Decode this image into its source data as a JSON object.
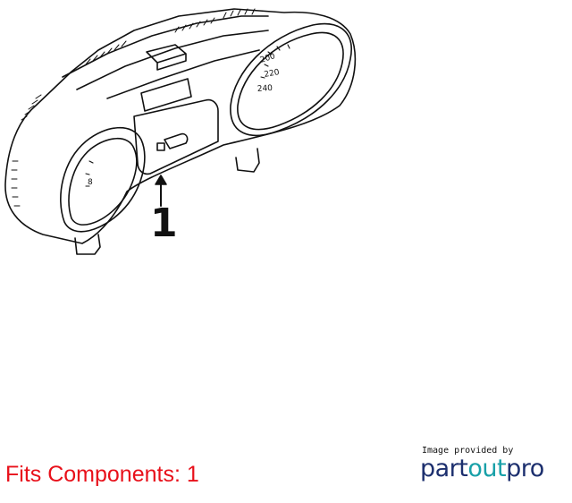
{
  "diagram": {
    "callout_number": "1",
    "gauge_labels": [
      "200",
      "220",
      "240",
      "8"
    ]
  },
  "caption": {
    "text": "Fits Components: 1",
    "color": "#e8101a"
  },
  "brand": {
    "tagline": "Image provided by",
    "logo_part": "part",
    "logo_out": "out",
    "logo_pro": "pro",
    "colors": {
      "part": "#1c2f6e",
      "out": "#18a0a8",
      "pro": "#1c2f6e"
    }
  }
}
